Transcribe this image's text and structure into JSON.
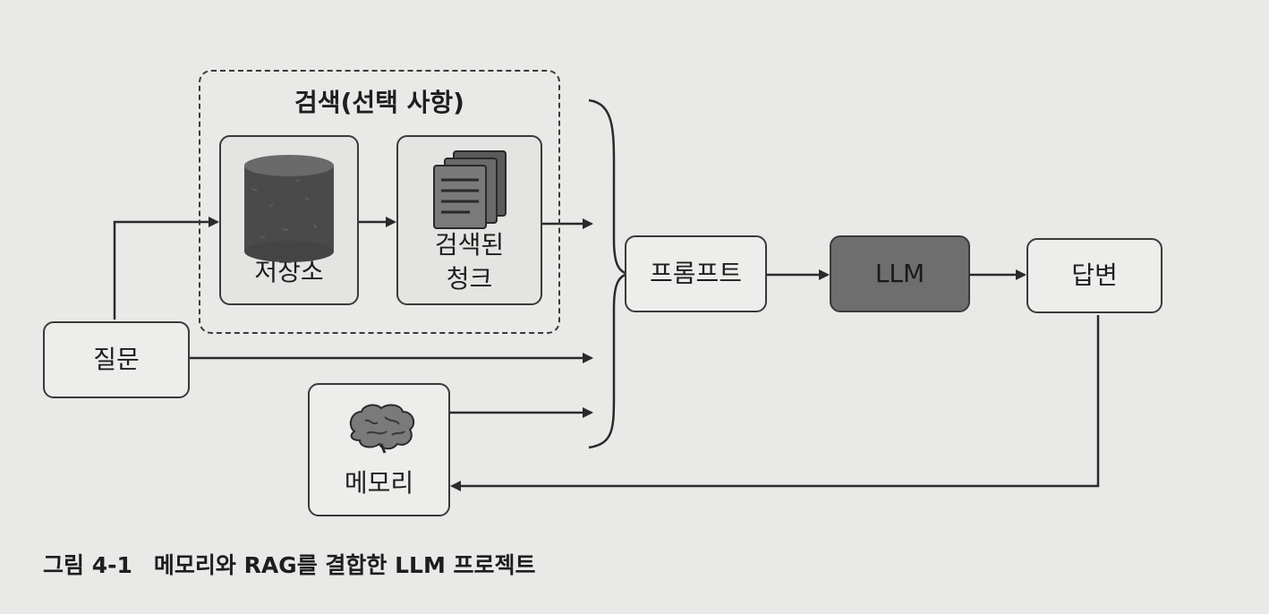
{
  "search_group": {
    "title": "검색(선택 사항)"
  },
  "nodes": {
    "storage": "저장소",
    "retrieved_chunks": [
      "검색된",
      "청크"
    ],
    "question": "질문",
    "memory": "메모리",
    "prompt": "프롬프트",
    "llm": "LLM",
    "answer": "답변"
  },
  "caption": {
    "number": "그림 4-1",
    "text": "메모리와 RAG를 결합한 LLM 프로젝트"
  },
  "colors": {
    "llm_fill": "#6e6e6e",
    "stroke": "#3a3a3a"
  },
  "icons": {
    "storage": "database-cylinder-icon",
    "chunks": "stacked-documents-icon",
    "memory": "brain-icon"
  }
}
